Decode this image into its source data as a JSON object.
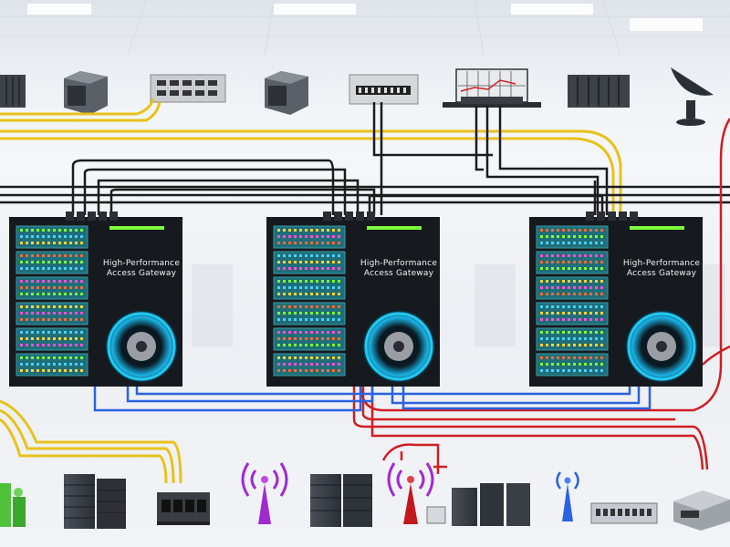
{
  "gateways": [
    {
      "label_line1": "High-Performance",
      "label_line2": "Access Gateway",
      "status_color": "#7CFC3A"
    },
    {
      "label_line1": "High-Performance",
      "label_line2": "Access Gateway",
      "status_color": "#7CFC3A"
    },
    {
      "label_line1": "High-Performance",
      "label_line2": "Access Gateway",
      "status_color": "#7CFC3A"
    }
  ],
  "top_devices": [
    {
      "icon": "server-rack-icon"
    },
    {
      "icon": "server-box-icon"
    },
    {
      "icon": "network-switch-icon"
    },
    {
      "icon": "server-box-icon"
    },
    {
      "icon": "patch-panel-icon"
    },
    {
      "icon": "network-monitor-icon"
    },
    {
      "icon": "server-rack-icon"
    },
    {
      "icon": "satellite-dish-icon"
    }
  ],
  "bottom_devices": [
    {
      "icon": "green-device-icon"
    },
    {
      "icon": "server-cabinet-icon"
    },
    {
      "icon": "router-icon"
    },
    {
      "icon": "wireless-tower-icon"
    },
    {
      "icon": "server-cabinet-icon"
    },
    {
      "icon": "wireless-tower-icon"
    },
    {
      "icon": "server-cabinet-icon"
    },
    {
      "icon": "wireless-tower-icon"
    },
    {
      "icon": "network-switch-icon"
    },
    {
      "icon": "router-box-icon"
    }
  ],
  "colors": {
    "cable_yellow": "#E8C21A",
    "cable_black": "#1c1c1c",
    "cable_blue": "#2a62e0",
    "cable_red": "#d01e24",
    "gateway_body": "#161a1f",
    "led_panel": "#1f6e78",
    "ring_glow": "#22c8f0",
    "antenna_purple": "#a02ad0"
  }
}
